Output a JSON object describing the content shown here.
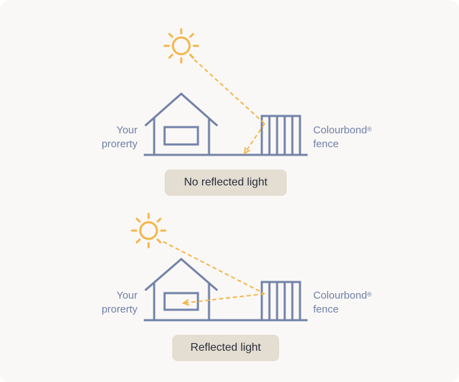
{
  "colors": {
    "background": "#faf8f6",
    "line": "#7282a8",
    "sun": "#f3b54a",
    "label_text": "#6d7fa8",
    "pill_background": "#e3ddd2",
    "pill_text": "#2a2d3a"
  },
  "scenes": [
    {
      "property_label_line1": "Your",
      "property_label_line2": "prorerty",
      "fence_label_line1": "Colourbond",
      "fence_label_registered": "®",
      "fence_label_line2": "fence",
      "caption": "No reflected light",
      "icons": [
        "sun-icon",
        "house-icon",
        "fence-icon",
        "light-ray-arrow-icon"
      ]
    },
    {
      "property_label_line1": "Your",
      "property_label_line2": "prorerty",
      "fence_label_line1": "Colourbond",
      "fence_label_registered": "®",
      "fence_label_line2": "fence",
      "caption": "Reflected light",
      "icons": [
        "sun-icon",
        "house-icon",
        "fence-icon",
        "light-ray-arrow-icon"
      ]
    }
  ]
}
